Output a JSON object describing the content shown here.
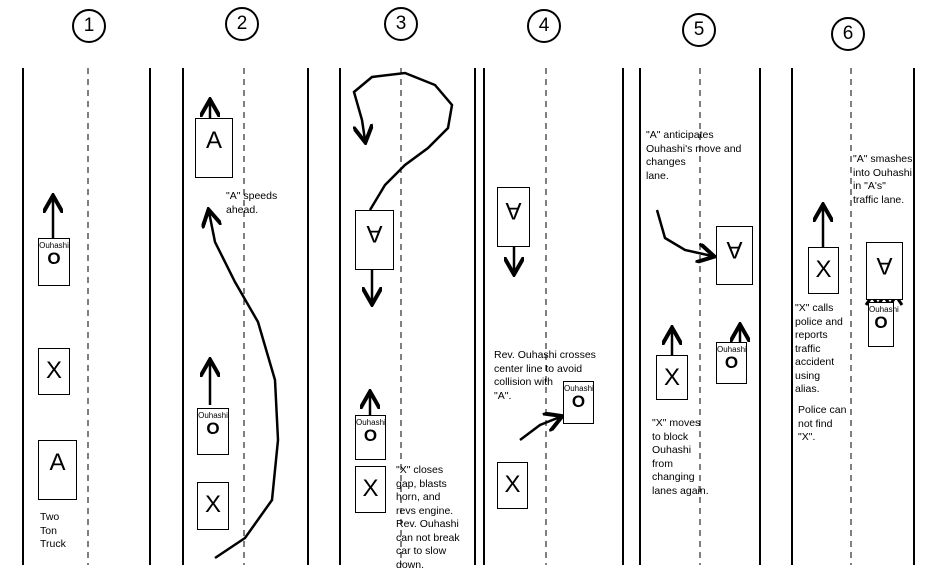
{
  "panels": [
    "1",
    "2",
    "3",
    "4",
    "5",
    "6"
  ],
  "labels": {
    "car_a": "A",
    "car_x": "X",
    "ouhashi": "Ouhashi",
    "ouhashi_mark": "O"
  },
  "notes": {
    "p1_truck": "Two\nTon\nTruck",
    "p2_speeds": "\"A\" speeds\nahead.",
    "p3_closes": "\"X\" closes\ngap, blasts\nhorn, and\nrevs engine.\nRev. Ouhashi\ncan not break\ncar to slow\ndown.",
    "p4_crosses": "Rev. Ouhashi crosses\ncenter line to avoid\ncollision with\n \"A\".",
    "p5_anticipates": "\"A\" anticipates\nOuhashi's move and\nchanges\nlane.",
    "p5_blocks": "\"X\" moves\nto block\nOuhashi\nfrom\nchanging\nlanes again.",
    "p6_smashes": "\"A\" smashes\ninto Ouhashi\nin \"A's\"\ntraffic lane.",
    "p6_calls": "\"X\" calls\npolice and\nreports\ntraffic\naccident\nusing\nalias.",
    "p6_police": "Police can\nnot find\n\"X\"."
  }
}
